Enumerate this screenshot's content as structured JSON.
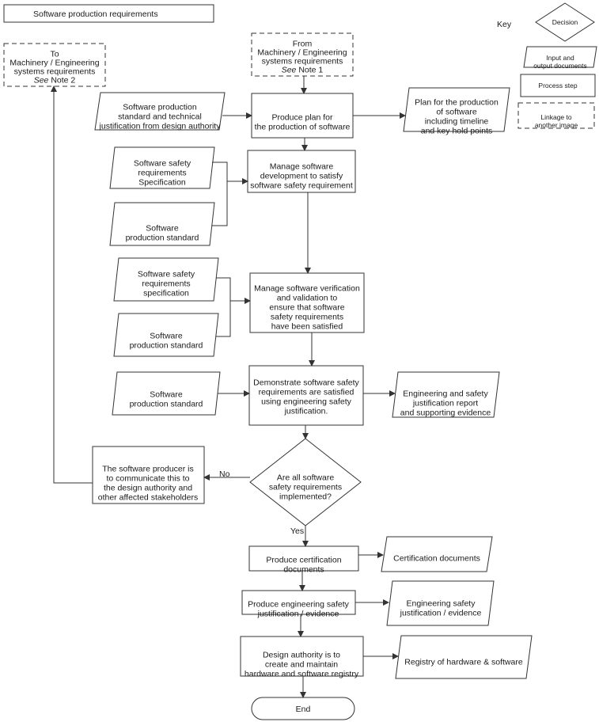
{
  "title": "Software production requirements",
  "key": {
    "heading": "Key",
    "decision": "Decision",
    "io": [
      "Input and",
      "output documents"
    ],
    "process": "Process step",
    "linkage": [
      "Linkage to",
      "another image"
    ]
  },
  "links": {
    "to": [
      "To",
      "Machinery / Engineering",
      "systems requirements",
      "See Note 2"
    ],
    "from": [
      "From",
      "Machinery / Engineering",
      "systems requirements",
      "See Note 1"
    ]
  },
  "inputs": {
    "in1": [
      "Software production",
      "standard and technical",
      "justification from design authority"
    ],
    "in2": [
      "Software safety",
      "requirements",
      "Specification"
    ],
    "in3": [
      "Software",
      "production standard"
    ],
    "in4": [
      "Software safety",
      "requirements",
      "specification"
    ],
    "in5": [
      "Software",
      "production standard"
    ],
    "in6": [
      "Software",
      "production standard"
    ]
  },
  "processes": {
    "p1": [
      "Produce plan for",
      "the production of software"
    ],
    "p2": [
      "Manage software",
      "development to satisfy",
      "software safety requirement"
    ],
    "p3": [
      "Manage software verification",
      "and validation to",
      "ensure that software",
      "safety requirements",
      "have been satisfied"
    ],
    "p4": [
      "Demonstrate software safety",
      "requirements are satisfied",
      "using engineering safety",
      "justification."
    ],
    "p5": [
      "Produce certification",
      "documents"
    ],
    "p6": [
      "Produce engineering safety",
      "justification / evidence"
    ],
    "p7": [
      "Design authority is to",
      "create and maintain",
      "hardware and software registry"
    ],
    "communicate": [
      "The software producer is",
      "to communicate this to",
      "the design authority and",
      "other affected stakeholders"
    ]
  },
  "decision": {
    "text": [
      "Are all software",
      "safety requirements",
      "implemented?"
    ],
    "no_label": "No",
    "yes_label": "Yes"
  },
  "outputs": {
    "o1": [
      "Plan for the production",
      "of software",
      "including timeline",
      "and key hold points"
    ],
    "o2": [
      "Engineering and safety",
      "justification report",
      "and supporting evidence"
    ],
    "o3": [
      "Certification documents"
    ],
    "o4": [
      "Engineering safety",
      "justification / evidence"
    ],
    "o5": [
      "Registry of hardware & software"
    ]
  },
  "terminator": "End"
}
